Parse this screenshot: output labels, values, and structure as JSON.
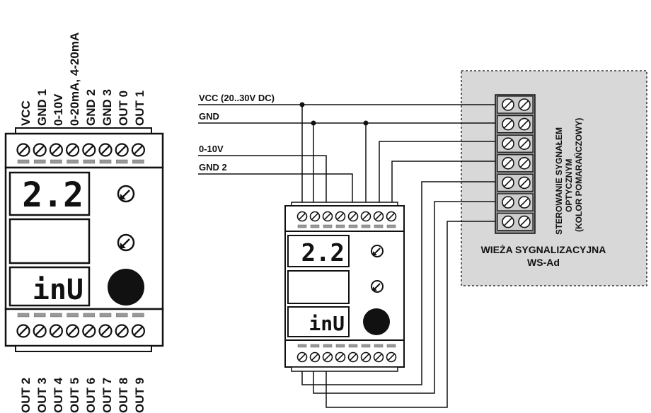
{
  "left_module": {
    "top_terminals": [
      "VCC",
      "GND 1",
      "0-10V",
      "0-20mA, 4-20mA",
      "GND 2",
      "GND 3",
      "OUT 0",
      "OUT 1"
    ],
    "bottom_terminals": [
      "OUT 2",
      "OUT 3",
      "OUT 4",
      "OUT 5",
      "OUT 6",
      "OUT 7",
      "OUT 8",
      "OUT 9"
    ],
    "display_top": "2.2",
    "display_bottom": "inU"
  },
  "wiring": {
    "labels": [
      "VCC (20..30V DC)",
      "GND",
      "0-10V",
      "GND 2"
    ]
  },
  "right_module": {
    "display_top": "2.2",
    "display_bottom": "inU"
  },
  "tower_box": {
    "control_label_lines": [
      "STEROWANIE SYGNAŁEM",
      "OPTYCZNYM",
      "(KOLOR POMARAŃCZOWY)"
    ],
    "title_lines": [
      "WIEŻA SYGNALIZACYJNA",
      "WS-Ad"
    ]
  }
}
